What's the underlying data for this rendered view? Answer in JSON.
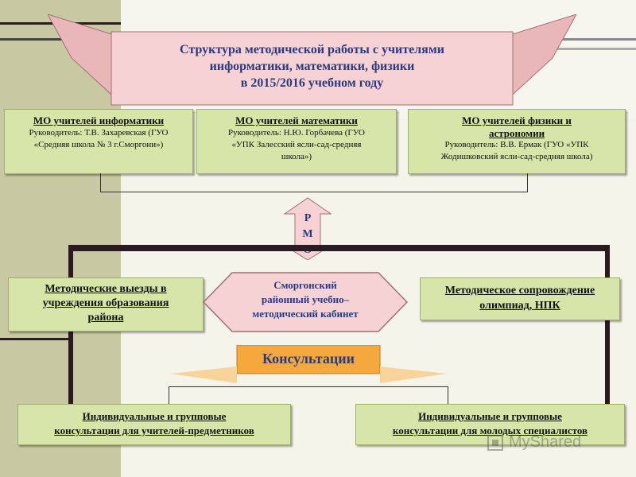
{
  "title": {
    "line1": "Структура методической работы с учителями",
    "line2": "информатики, математики, физики",
    "line3": "в 2015/2016 учебном году"
  },
  "mo": [
    {
      "title": "МО учителей информатики",
      "text1": "Руководитель: Т.В. Захаревская (ГУО",
      "text2": "«Средняя школа № 3 г.Сморгони»)"
    },
    {
      "title": "МО учителей математики",
      "text1": "Руководитель: Н.Ю. Горбачева (ГУО",
      "text2": "«УПК Залесский ясли-сад-средняя",
      "text3": "школа»)"
    },
    {
      "title1": "МО учителей физики и",
      "title2": "астрономии",
      "text1": "Руководитель: В.В. Ермак (ГУО «УПК",
      "text2": "Жодишковский ясли-сад-средняя школа)"
    }
  ],
  "rmo": {
    "l1": "Р",
    "l2": "М",
    "l3": "О"
  },
  "left_box": {
    "l1": "Методические выезды в",
    "l2": "учреждения образования",
    "l3": "района"
  },
  "right_box": {
    "l1": "Методическое сопровождение",
    "l2": "олимпиад, НПК"
  },
  "center": {
    "l1": "Сморгонский",
    "l2": "районный учебно–",
    "l3": "методический кабинет"
  },
  "consult": "Консультации",
  "bottom_left": {
    "l1": "Индивидуальные и групповые",
    "l2": "консультации для учителей-предметников"
  },
  "bottom_right": {
    "l1": "Индивидуальные и групповые",
    "l2": "консультации для молодых специалистов"
  },
  "watermark": "MyShared",
  "colors": {
    "box": "#d7e6a8",
    "ribbon": "#f2c9cc",
    "orange": "#f5b04a",
    "dark_frame": "#2a1a22"
  }
}
